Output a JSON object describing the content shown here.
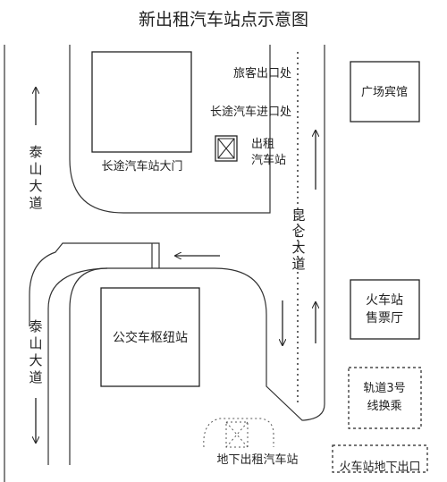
{
  "title": "新出租汽车站点示意图",
  "roads": {
    "taishan_upper": [
      "泰",
      "山",
      "大",
      "道"
    ],
    "taishan_lower": [
      "泰",
      "山",
      "大",
      "道"
    ],
    "kunlun": [
      "昆",
      "仑",
      "大",
      "道"
    ]
  },
  "buildings": {
    "long_distance_gate": "长途汽车站大门",
    "bus_hub": "公交车枢纽站",
    "plaza_hotel": "广场宾馆",
    "ticket_hall_1": "火车站",
    "ticket_hall_2": "售票厅",
    "rail3_1": "轨道3号",
    "rail3_2": "线换乘",
    "train_exit": "火车站地下出口"
  },
  "labels": {
    "passenger_exit": "旅客出口处",
    "bus_entrance": "长途汽车进口处",
    "taxi_1": "出租",
    "taxi_2": "汽车站",
    "underground_taxi": "地下出租汽车站"
  },
  "icons": [
    "arrow-up-icon",
    "arrow-down-icon",
    "arrow-left-icon",
    "taxi-stand-icon"
  ]
}
